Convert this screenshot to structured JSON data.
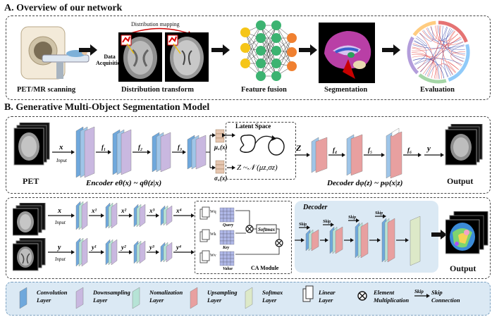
{
  "section_a": {
    "title": "A. Overview of our network",
    "distribution_mapping": "Distribution mapping",
    "data_acquisition": "Data\nAcquisition",
    "labels": [
      "PET/MR scanning",
      "Distribution transform",
      "Feature fusion",
      "Segmentation",
      "Evaluation"
    ]
  },
  "section_b": {
    "title": "B. Generative Multi-Object Segmentation Model",
    "top": {
      "pet_label": "PET",
      "x": "x",
      "input": "Input",
      "f1": "f₁",
      "f2": "f₂",
      "f3": "f₃",
      "mu": "μₓ(x)",
      "sigma": "σₓ(x)",
      "latent_space": "Latent Space",
      "z_dist": "Z ~𝒩 (μz,σz)",
      "z": "Z",
      "f4": "f₄",
      "f5": "f₅",
      "f6": "f₆",
      "y": "y",
      "encoder": "Encoder eθ(x) ~ qθ(z|x)",
      "decoder": "Decoder dφ(z) ~ pφ(x|z)",
      "output": "Output"
    },
    "bottom": {
      "x": "x",
      "y": "y",
      "input": "Input",
      "x_feats": [
        "x¹",
        "x²",
        "x³",
        "x⁴"
      ],
      "y_feats": [
        "y¹",
        "y²",
        "y³",
        "y⁴"
      ],
      "query": "Query",
      "key": "Key",
      "value": "Value",
      "wq": "Wq",
      "wk": "Wk",
      "wv": "Wv",
      "softmax": "Softmax",
      "ca_module": "CA Module",
      "decoder": "Decoder",
      "skip": "Skip",
      "output": "Output"
    }
  },
  "legend": [
    {
      "name": "Convolution\nLayer",
      "color": "#5b9bd5"
    },
    {
      "name": "Downsampling\nLayer",
      "color": "#b4a7d6"
    },
    {
      "name": "Nomalization\nLayer",
      "color": "#a8dcd0"
    },
    {
      "name": "Upsampling\nLayer",
      "color": "#ea9999"
    },
    {
      "name": "Softmax\nLayer",
      "color": "#d9ead3"
    },
    {
      "name": "Linear\nLayer",
      "color": "#ffffff"
    },
    {
      "name": "Element\nMultiplication",
      "color": "#000000"
    },
    {
      "name": "Skip\nConnection",
      "color": "#000000"
    }
  ],
  "colors": {
    "conv": "#6fa8dc",
    "down": "#c9b8e0",
    "norm": "#b6e3d6",
    "up": "#e8a0a0",
    "softmax": "#dde9c8",
    "panel_bg": "#dbe9f4"
  }
}
